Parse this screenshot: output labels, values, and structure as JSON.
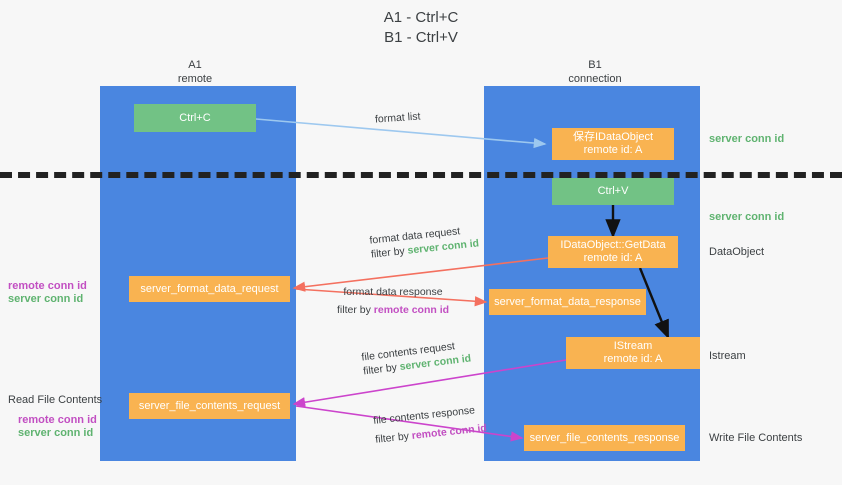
{
  "title": {
    "line1": "A1 - Ctrl+C",
    "line2": "B1 - Ctrl+V"
  },
  "columns": [
    {
      "name": "A1",
      "sub": "remote"
    },
    {
      "name": "B1",
      "sub": "connection"
    }
  ],
  "boxes": {
    "ctrl_c": {
      "label": "Ctrl+C",
      "color": "#72c285"
    },
    "ctrl_v": {
      "label": "Ctrl+V",
      "color": "#72c285"
    },
    "data_object_top": {
      "line1": "保存IDataObject",
      "line2": "remote id: A",
      "color": "#f9b351"
    },
    "get_data": {
      "line1": "IDataObject::GetData",
      "line2": "remote id: A",
      "color": "#f9b351"
    },
    "istream": {
      "line1": "IStream",
      "line2": "remote id: A",
      "color": "#f9b351"
    },
    "format_data_request": {
      "label": "server_format_data_request",
      "color": "#f9b351"
    },
    "format_data_response": {
      "label": "server_format_data_response",
      "color": "#f9b351"
    },
    "file_contents_request": {
      "label": "server_file_contents_request",
      "color": "#f9b351"
    },
    "file_contents_response": {
      "label": "server_file_contents_response",
      "color": "#f9b351"
    }
  },
  "edge_labels": {
    "format_list": "format list",
    "format_data_request_l1": "format data request",
    "format_data_request_l2_prefix": "filter by ",
    "format_data_request_l2_em": "server conn id",
    "format_data_response_l1": "format data response",
    "format_data_response_l2_prefix": "filter by ",
    "format_data_response_l2_em": "remote conn id",
    "file_contents_request_l1": "file contents request",
    "file_contents_request_l2_prefix": "filter by ",
    "file_contents_request_l2_em": "server conn id",
    "file_contents_response_l1": "file contents response",
    "file_contents_response_l2_prefix": "filter by ",
    "file_contents_response_l2_em": "remote conn id"
  },
  "right_labels": {
    "server_conn_id_top": "server conn id",
    "server_conn_id_mid": "server conn id",
    "data_object": "DataObject",
    "istream": "Istream",
    "write_file_contents": "Write File Contents"
  },
  "left_labels": {
    "remote_conn_id_mid": "remote conn id",
    "server_conn_id_mid": "server conn id",
    "read_file_contents": "Read File Contents",
    "remote_conn_id_bottom": "remote conn id",
    "server_conn_id_bottom": "server conn id"
  },
  "colors": {
    "lane": "#4a86e0",
    "green_box": "#72c285",
    "orange_box": "#f9b351",
    "green_text": "#5fb370",
    "magenta_text": "#c24fc2",
    "arrow_blue": "#9dc8ef",
    "arrow_red": "#f4705f",
    "arrow_magenta": "#cc44cc",
    "arrow_black": "#111111",
    "divider": "#222222",
    "background": "#f7f7f7"
  }
}
